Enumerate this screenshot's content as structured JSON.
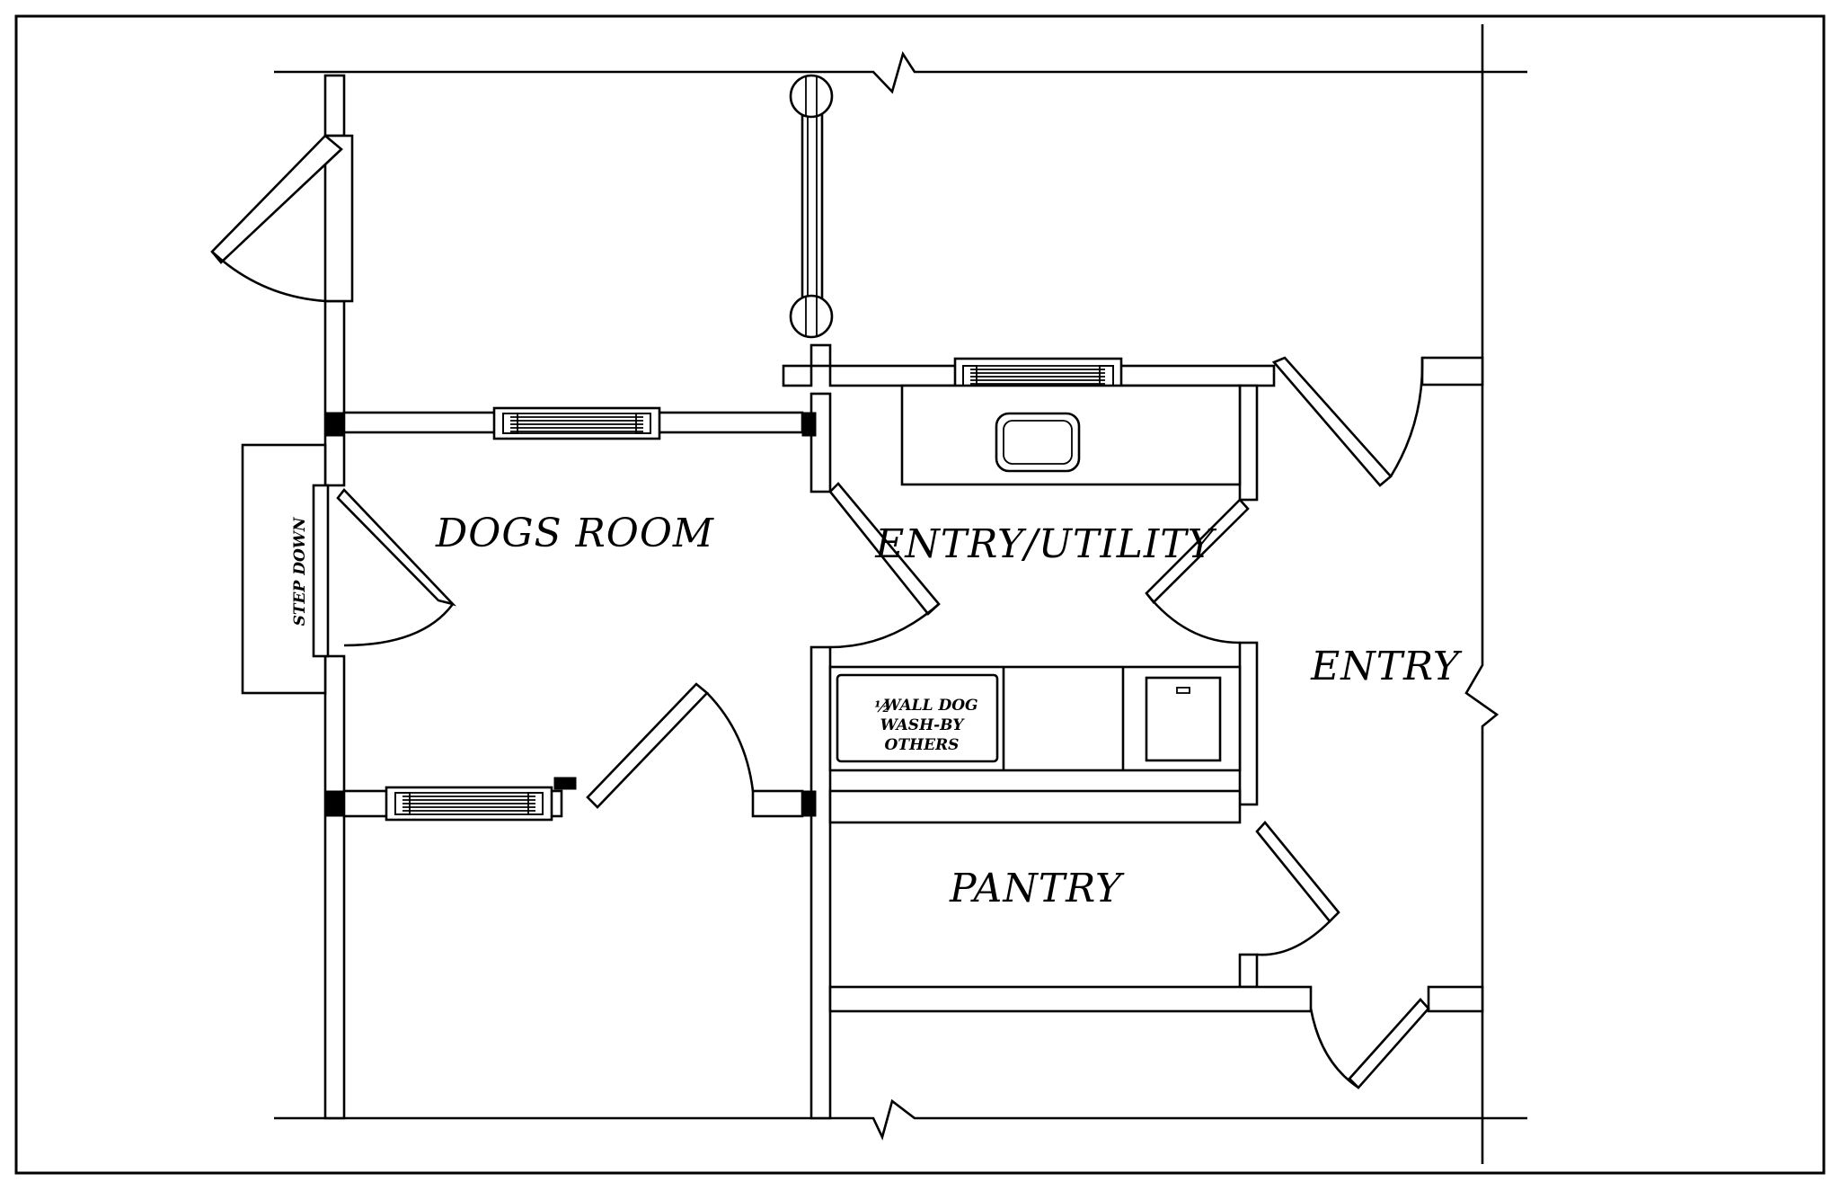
{
  "floor_plan": {
    "rooms": {
      "dogs_room": "DOGS ROOM",
      "entry_utility": "ENTRY/UTILITY",
      "entry": "ENTRY",
      "pantry": "PANTRY"
    },
    "notes": {
      "step_down": "STEP DOWN",
      "dog_wash_fraction": "½",
      "dog_wash_line1": "WALL DOG",
      "dog_wash_line2": "WASH-BY",
      "dog_wash_line3": "OTHERS"
    }
  }
}
